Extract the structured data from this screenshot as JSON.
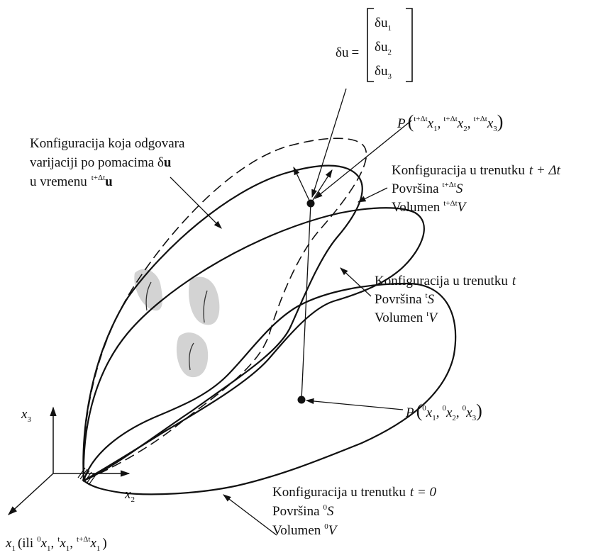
{
  "delta_u": {
    "lhs": "δu",
    "eq": "=",
    "rows": [
      "δu",
      "δu",
      "δu"
    ],
    "row_subs": [
      "1",
      "2",
      "3"
    ]
  },
  "point_top": {
    "P": "P",
    "sup1": "t+Δt",
    "x1": "x",
    "s1": "1",
    "c1": ",",
    "sup2": "t+Δt",
    "x2": "x",
    "s2": "2",
    "c2": ",",
    "sup3": "t+Δt",
    "x3": "x",
    "s3": "3"
  },
  "point_bottom": {
    "P": "P",
    "sup1": "0",
    "x1": "x",
    "s1": "1",
    "c1": ",",
    "sup2": "0",
    "x2": "x",
    "s2": "2",
    "c2": ",",
    "sup3": "0",
    "x3": "x",
    "s3": "3"
  },
  "variation_label": {
    "line1": "Konfiguracija koja odgovara",
    "line2": "varijaciji po pomacima δ",
    "line2_bold": "u",
    "line3": "u vremenu",
    "line3_sup": "t+Δt",
    "line3_bold": "u"
  },
  "config_t_dt": {
    "line1": "Konfiguracija u trenutku",
    "line1_math": "t + Δt",
    "line2": "Površina",
    "line2_sup": "t+Δt",
    "line2_var": "S",
    "line3": "Volumen",
    "line3_sup": "t+Δt",
    "line3_var": "V"
  },
  "config_t": {
    "line1": "Konfiguracija u trenutku",
    "line1_math": "t",
    "line2": "Površina",
    "line2_sup": "t",
    "line2_var": "S",
    "line3": "Volumen",
    "line3_sup": "t",
    "line3_var": "V"
  },
  "config_0": {
    "line1": "Konfiguracija u trenutku",
    "line1_math": "t = 0",
    "line2": "Površina",
    "line2_sup": "0",
    "line2_var": "S",
    "line3": "Volumen",
    "line3_sup": "0",
    "line3_var": "V"
  },
  "axes": {
    "x3": "x",
    "x3_sub": "3",
    "x2": "x",
    "x2_sub": "2",
    "x1": "x",
    "x1_sub": "1",
    "x1_paren": "(ili",
    "x1_alt1_sup": "0",
    "x1_alt1": "x",
    "x1_alt1_sub": "1",
    "comma1": ",",
    "x1_alt2_sup": "t",
    "x1_alt2": "x",
    "x1_alt2_sub": "1",
    "comma2": ",",
    "x1_alt3_sup": "t+Δt",
    "x1_alt3": "x",
    "x1_alt3_sub": "1",
    "x1_close": ")"
  }
}
